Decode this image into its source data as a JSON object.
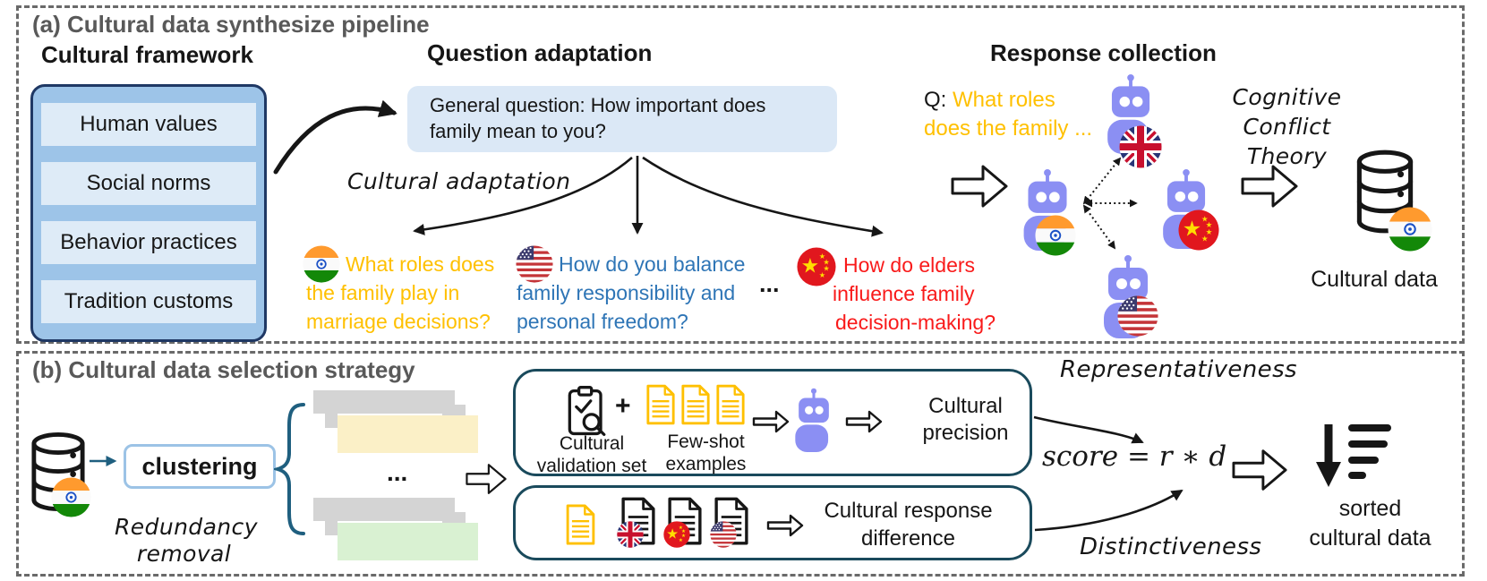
{
  "colors": {
    "section_title": "#595959",
    "accent_yellow": "#FFC000",
    "accent_blue": "#2E75B6",
    "accent_red": "#F91A1A",
    "robot": "#8B8FF3",
    "teal": "#1F5F7F",
    "framework_fill": "#9DC4E8",
    "framework_item_fill": "#DEEBF7",
    "bubble_fill": "#DBE8F6",
    "gray_bar": "#D4D4D4",
    "yellow_bar": "#FBF0C7",
    "green_bar": "#D9F1D2"
  },
  "icons": {
    "robot": "robot-icon",
    "database": "database-cylinder-icon",
    "clipboard": "validation-clipboard-icon",
    "document": "document-icon",
    "sort": "sort-descending-icon",
    "flags": [
      "india-flag",
      "uk-flag",
      "china-flag",
      "usa-flag"
    ]
  },
  "section_a": {
    "title": "(a) Cultural data synthesize pipeline",
    "framework": {
      "title": "Cultural framework",
      "items": [
        "Human values",
        "Social norms",
        "Behavior practices",
        "Tradition customs"
      ]
    },
    "question_adaptation": {
      "title": "Question adaptation",
      "general_question": [
        "General question: How important does",
        "family mean to you?"
      ],
      "adaptation_label": "Cultural adaptation",
      "ellipsis": "...",
      "questions": [
        {
          "flag": "india-flag",
          "lines": [
            "What roles does",
            "the family play in",
            "marriage decisions?"
          ]
        },
        {
          "flag": "usa-flag",
          "lines": [
            "How do you balance",
            "family responsibility and",
            "personal freedom?"
          ]
        },
        {
          "flag": "china-flag",
          "lines": [
            "How do elders",
            "influence family",
            "decision-making?"
          ]
        }
      ]
    },
    "response_collection": {
      "title": "Response collection",
      "question_prefix": "Q: ",
      "question_lines": [
        "What roles",
        "does the family ..."
      ],
      "theory_lines": [
        "Cognitive",
        "Conflict Theory"
      ],
      "output_label": "Cultural data"
    }
  },
  "section_b": {
    "title": "(b) Cultural data selection strategy",
    "clustering_label": "clustering",
    "redundancy_lines": [
      "Redundancy",
      "removal"
    ],
    "ellipsis": "...",
    "precision_box": {
      "validation_lines": [
        "Cultural",
        "validation set"
      ],
      "plus": "+",
      "fewshot_lines": [
        "Few-shot",
        "examples"
      ],
      "result_lines": [
        "Cultural",
        "precision"
      ]
    },
    "difference_box": {
      "result_lines": [
        "Cultural response",
        "difference"
      ]
    },
    "representativeness_label": "Representativeness",
    "distinctiveness_label": "Distinctiveness",
    "formula": "score = r ∗ d",
    "sorted_lines": [
      "sorted",
      "cultural data"
    ]
  }
}
